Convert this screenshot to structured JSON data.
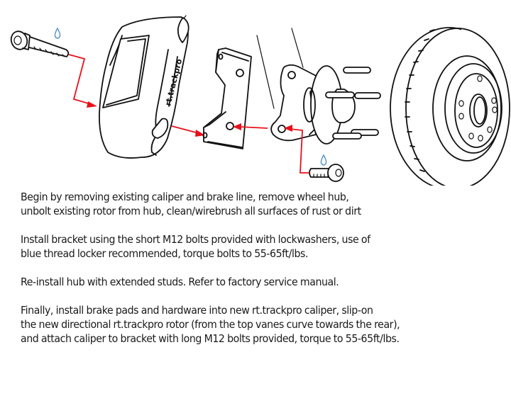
{
  "diagram": {
    "caliper_brand_label": "rt.trackpro",
    "parts": [
      "caliper-bolt-long",
      "caliper",
      "bracket",
      "hub-knuckle",
      "bracket-bolt-short",
      "rotor"
    ],
    "colors": {
      "arrow": "#e8101a",
      "thread_locker_drop": "#5a96c8",
      "ink": "#111111"
    }
  },
  "steps": [
    {
      "lines": [
        "Begin by removing existing caliper and brake line, remove wheel hub,",
        "unbolt existing rotor from hub, clean/wirebrush all surfaces of rust or dirt"
      ]
    },
    {
      "lines": [
        "Install bracket using the short M12 bolts provided with lockwashers, use of",
        "blue thread locker recommended, torque bolts to 55-65ft/lbs."
      ]
    },
    {
      "lines": [
        "Re-install hub with extended studs.  Refer to factory service manual."
      ]
    },
    {
      "lines": [
        "Finally, install brake pads and hardware into new rt.trackpro caliper, slip-on",
        "the new directional rt.trackpro rotor (from the top vanes curve towards the rear),",
        "and attach caliper to bracket with long M12 bolts provided, torque to 55-65ft/lbs."
      ]
    }
  ]
}
